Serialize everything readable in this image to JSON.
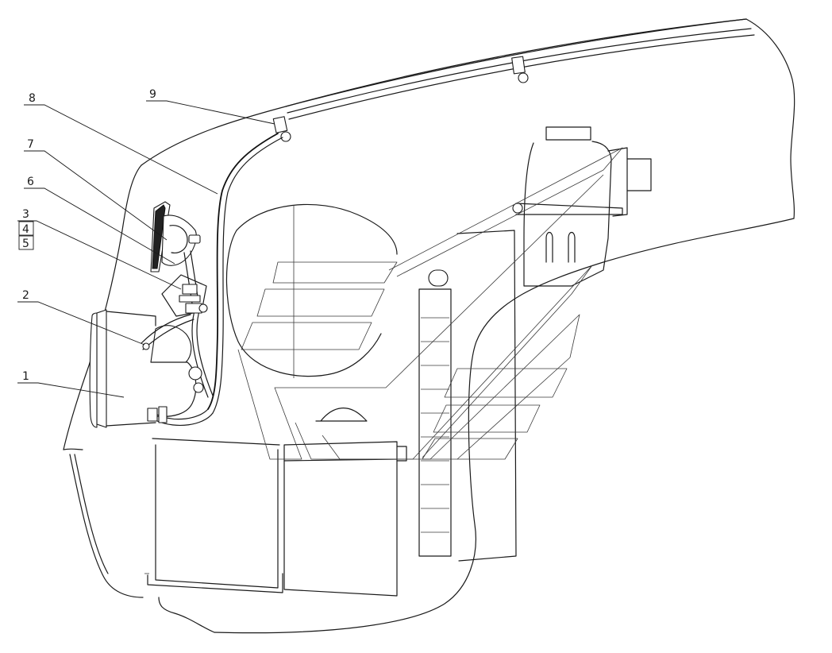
{
  "callouts": [
    {
      "id": "1",
      "label": "1",
      "part": "headlamp"
    },
    {
      "id": "2",
      "label": "2",
      "part": "lamp-bracket"
    },
    {
      "id": "3",
      "label": "3",
      "part": "mount-fastener"
    },
    {
      "id": "4",
      "label": "4",
      "part": "washer"
    },
    {
      "id": "5",
      "label": "5",
      "part": "nut"
    },
    {
      "id": "6",
      "label": "6",
      "part": "horn-bracket"
    },
    {
      "id": "7",
      "label": "7",
      "part": "horn"
    },
    {
      "id": "8",
      "label": "8",
      "part": "wiring-harness"
    },
    {
      "id": "9",
      "label": "9",
      "part": "harness-clip"
    }
  ]
}
